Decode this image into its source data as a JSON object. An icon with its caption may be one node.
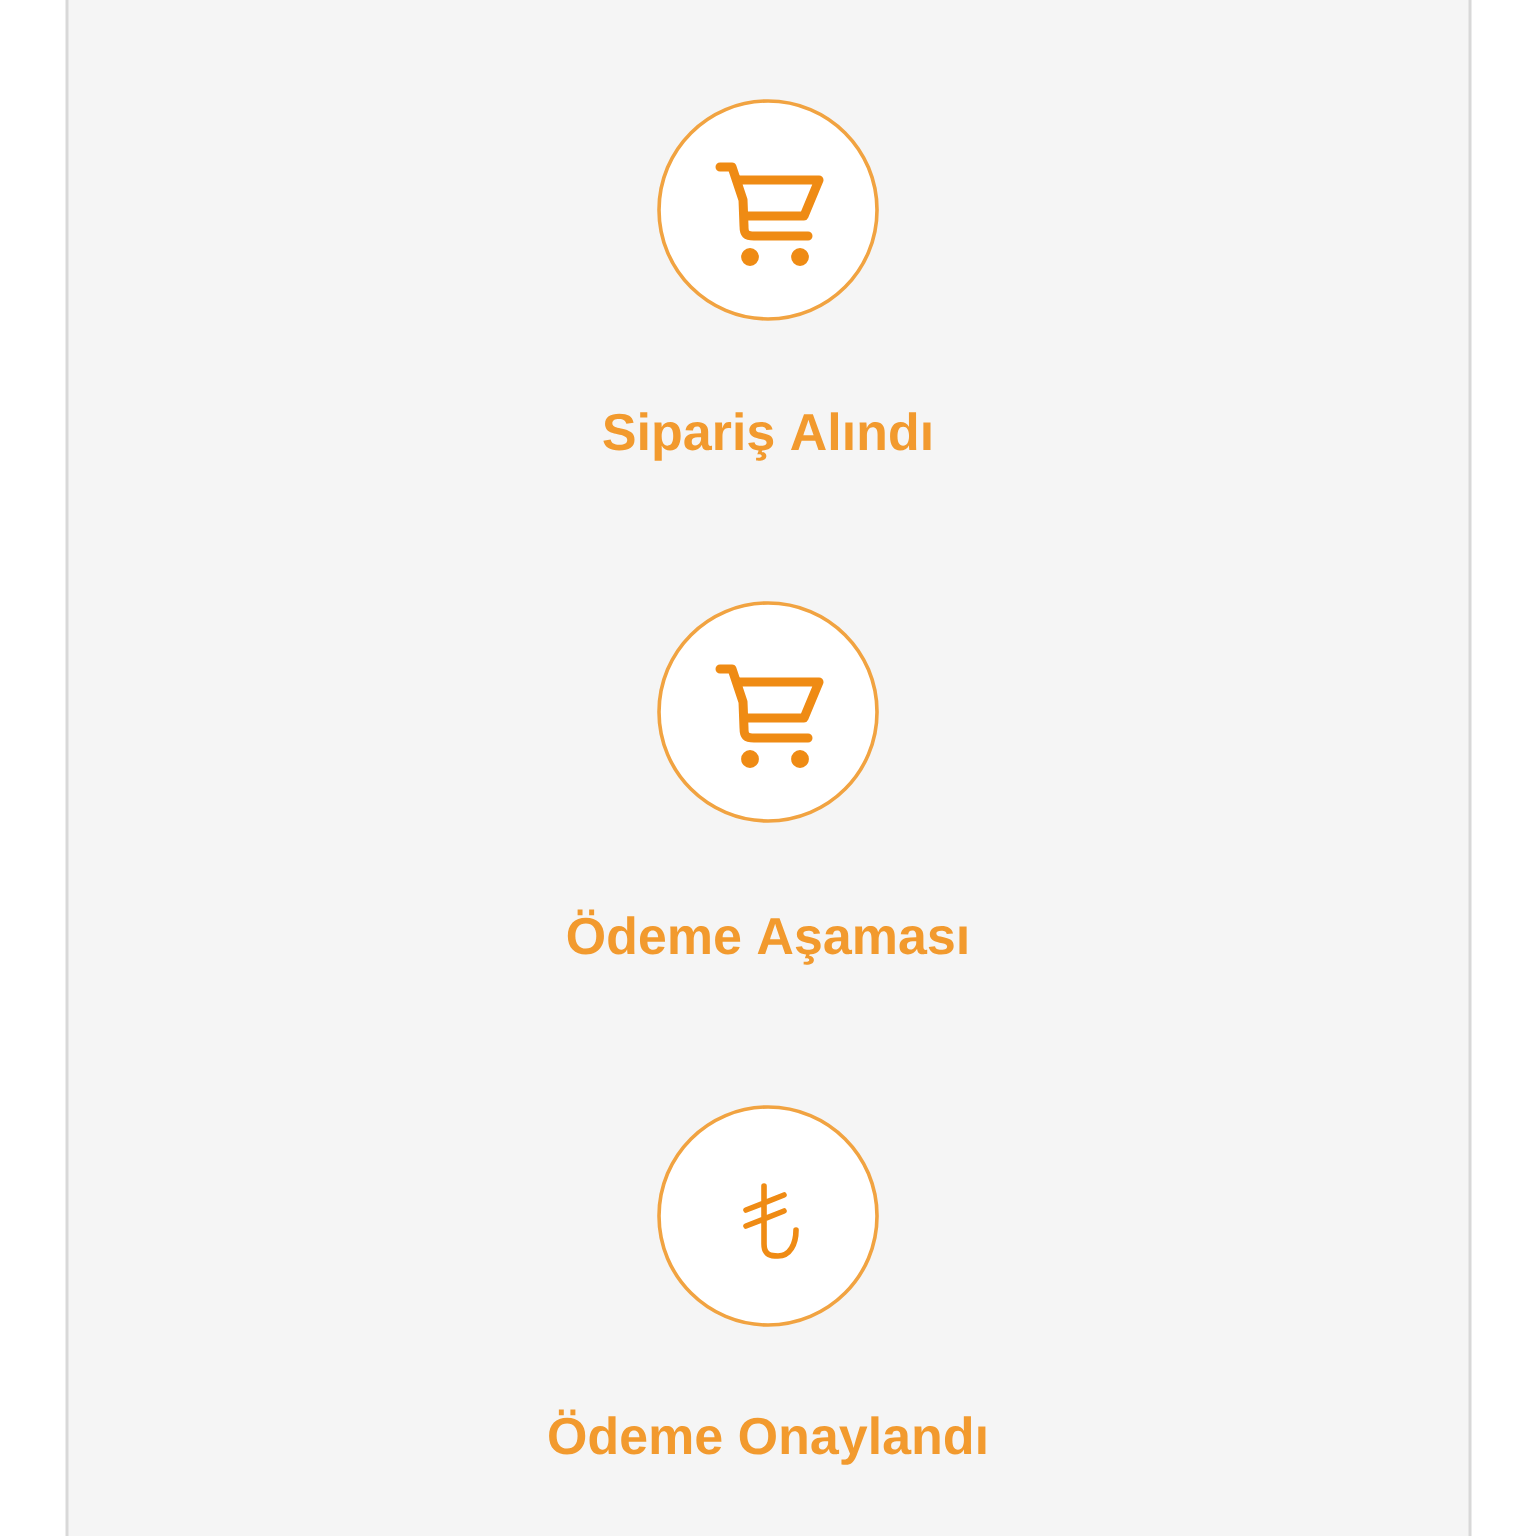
{
  "diagram": {
    "nodes": [
      {
        "text": [
          "Sipariş Alındı"
        ]
      },
      {
        "text": [
          "Ödeme Aşaması"
        ]
      },
      {
        "text": [
          "Ödeme Onaylandı"
        ]
      }
    ]
  }
}
